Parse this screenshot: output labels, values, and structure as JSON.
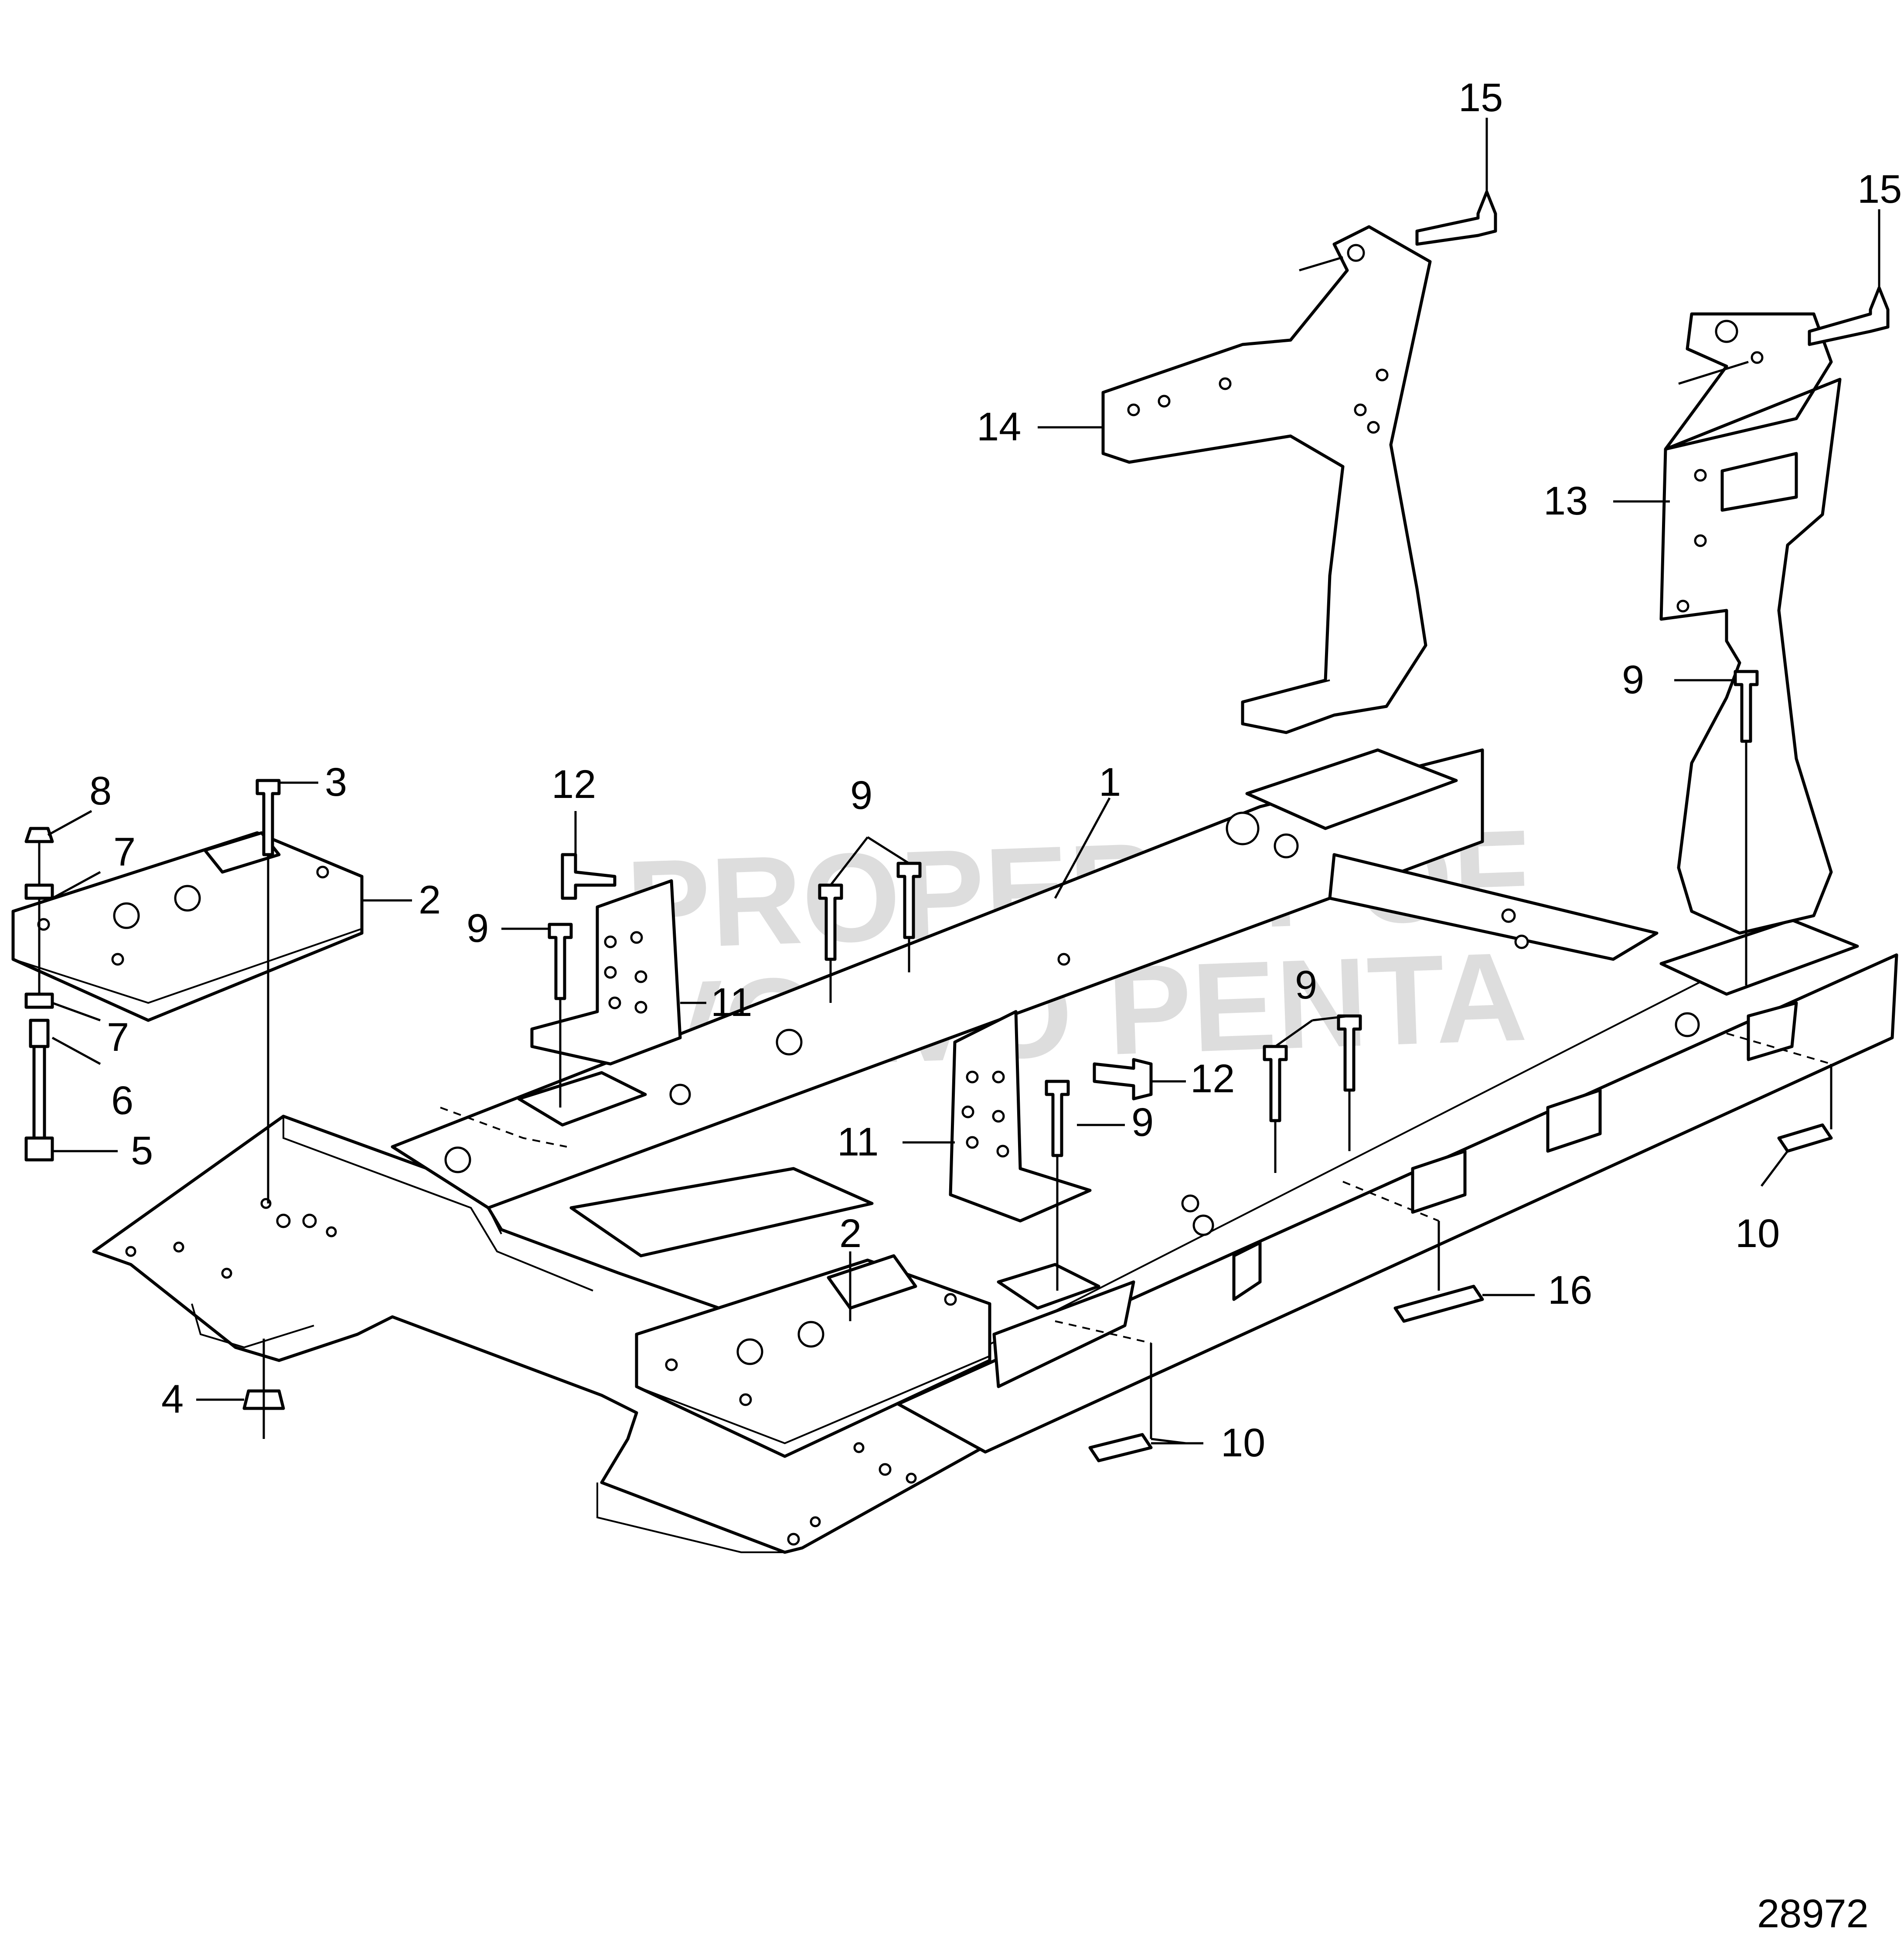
{
  "diagram": {
    "drawing_number": "28972",
    "watermark": [
      "PROPERTY OF",
      "VOLVO PENTA"
    ],
    "callouts": {
      "c1": "1",
      "c2a": "2",
      "c2b": "2",
      "c3": "3",
      "c4": "4",
      "c5": "5",
      "c6": "6",
      "c7a": "7",
      "c7b": "7",
      "c8": "8",
      "c9a": "9",
      "c9b": "9",
      "c9c": "9",
      "c9d": "9",
      "c9e": "9",
      "c10a": "10",
      "c10b": "10",
      "c11a": "11",
      "c11b": "11",
      "c12a": "12",
      "c12b": "12",
      "c13": "13",
      "c14": "14",
      "c15a": "15",
      "c15b": "15",
      "c16": "16"
    }
  }
}
